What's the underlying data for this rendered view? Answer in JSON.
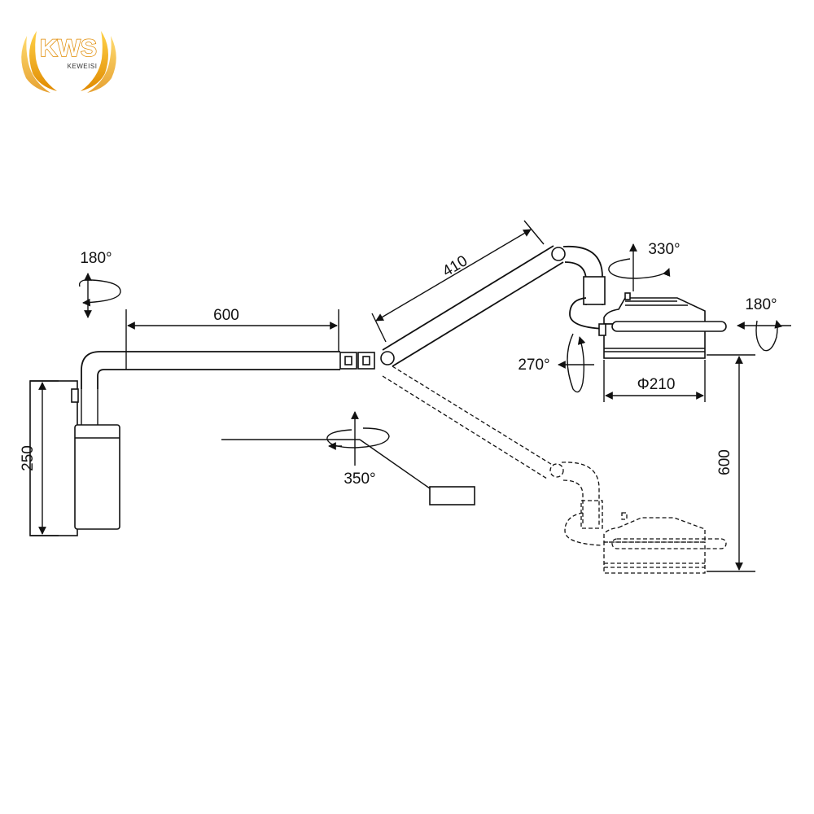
{
  "logo": {
    "mark": "KWS",
    "name": "KEWEISI",
    "brand_color": "#f2a900"
  },
  "dimensions": {
    "arm_length": "600",
    "second_arm_length": "410",
    "mount_height": "250",
    "head_drop": "600",
    "head_diameter": "Φ210"
  },
  "rotations": {
    "wall_pivot": "180°",
    "head_top": "330°",
    "head_side": "180°",
    "head_tilt": "270°",
    "lower_arm": "350°"
  },
  "colors": {
    "line": "#111111",
    "background": "#ffffff"
  }
}
